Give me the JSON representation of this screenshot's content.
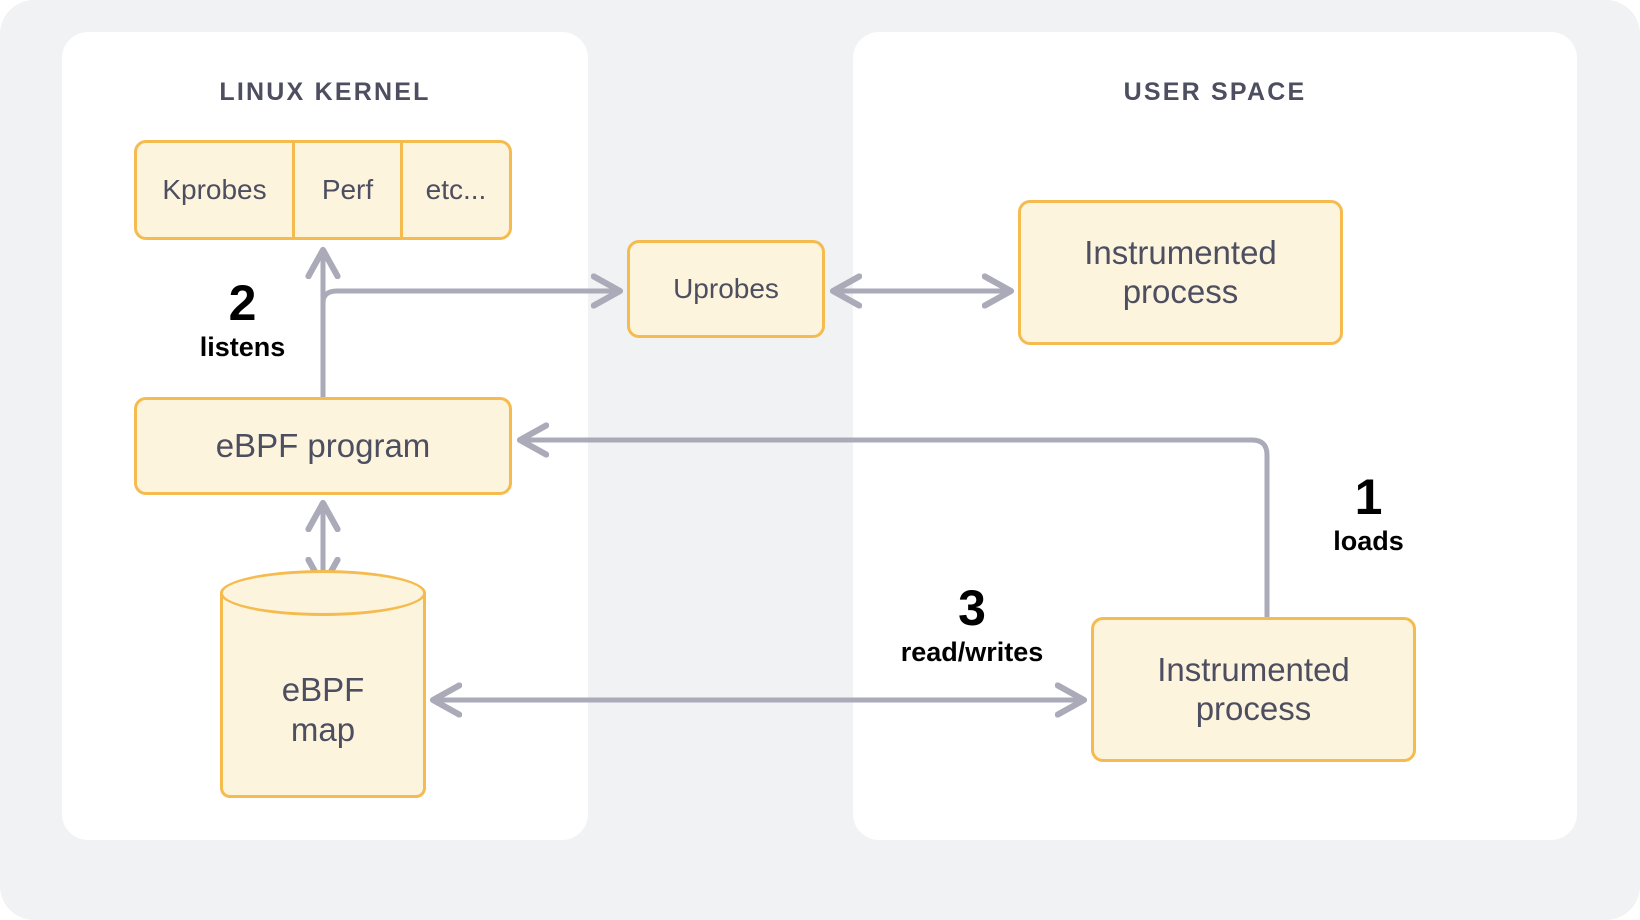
{
  "diagram": {
    "title_kernel": "LINUX KERNEL",
    "title_user": "USER SPACE",
    "colors": {
      "canvas_bg": "#f1f2f4",
      "panel_bg": "#ffffff",
      "node_fill": "#fdf4de",
      "node_border": "#f5bb4e",
      "node_text": "#4d4e60",
      "arrow": "#aaaab8",
      "step_text": "#000000"
    }
  },
  "kernel": {
    "title": "LINUX KERNEL",
    "probes": {
      "cells": [
        {
          "label": "Kprobes"
        },
        {
          "label": "Perf"
        },
        {
          "label": "etc..."
        }
      ]
    },
    "ebpf_program": {
      "label": "eBPF program"
    },
    "ebpf_map": {
      "line1": "eBPF",
      "line2": "map"
    }
  },
  "middle": {
    "uprobes": {
      "label": "Uprobes"
    }
  },
  "user": {
    "title": "USER SPACE",
    "instrumented_top": {
      "line1": "Instrumented",
      "line2": "process"
    },
    "instrumented_bottom": {
      "line1": "Instrumented",
      "line2": "process"
    }
  },
  "steps": [
    {
      "number": "1",
      "caption": "loads"
    },
    {
      "number": "2",
      "caption": "listens"
    },
    {
      "number": "3",
      "caption": "read/writes"
    }
  ]
}
